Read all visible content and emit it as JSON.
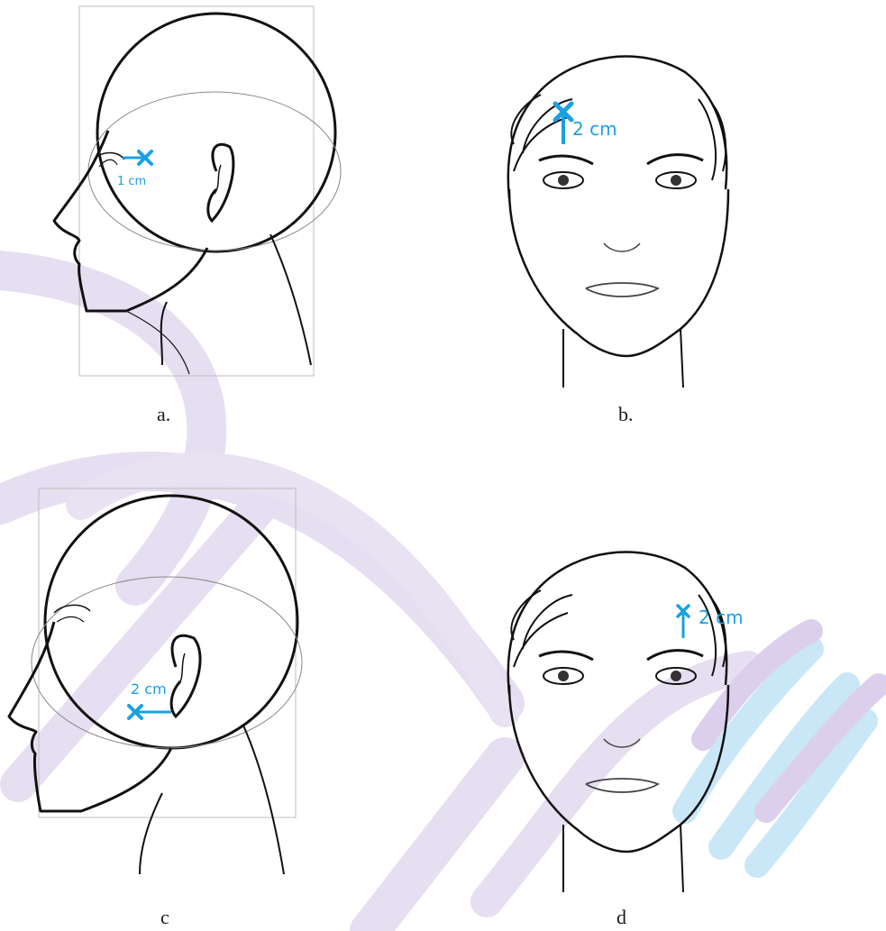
{
  "panels": [
    {
      "id": "a",
      "caption": "a.",
      "view": "profile",
      "measure": "1 cm"
    },
    {
      "id": "b",
      "caption": "b.",
      "view": "frontal",
      "measure": "2 cm"
    },
    {
      "id": "c",
      "caption": "c",
      "view": "profile",
      "measure": "2 cm"
    },
    {
      "id": "d",
      "caption": "d",
      "view": "frontal",
      "measure": "2 cm"
    }
  ],
  "colors": {
    "marker": "#1ba1e2",
    "line_art": "#111111",
    "guide": "#888888",
    "watermark_purple": "#e3dcef",
    "watermark_blue": "#c9e7f6"
  }
}
